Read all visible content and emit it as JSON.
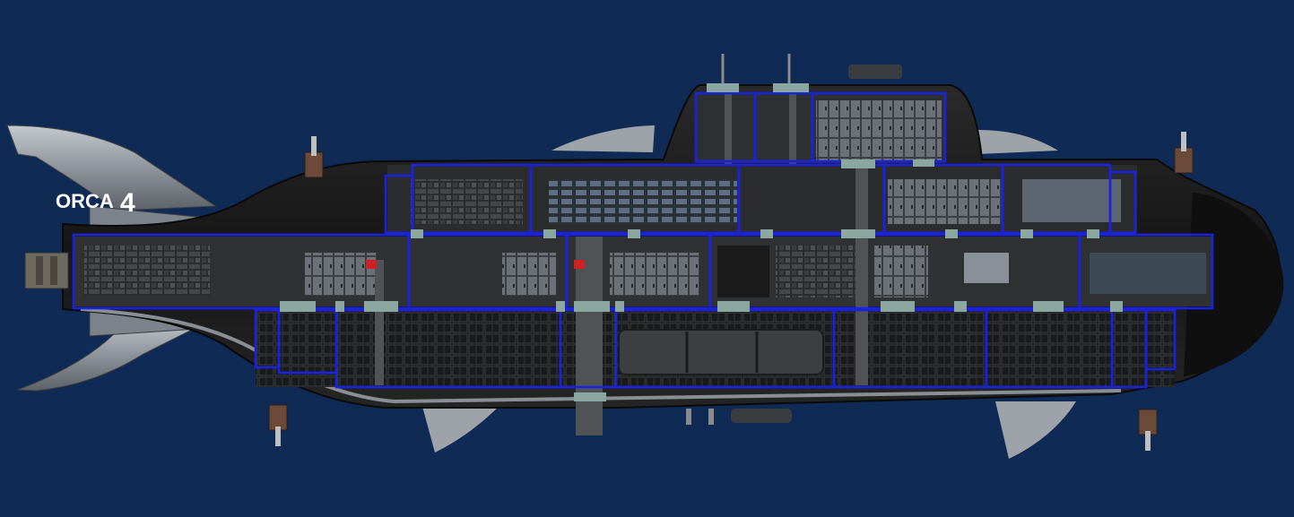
{
  "screen": {
    "background_color": "#0e2a55",
    "editor_mode": "submarine-layout-view"
  },
  "submarine": {
    "name": "ORCA",
    "name_suffix": "4",
    "hull_color": "#1c1c1c",
    "fin_color": "#9aa0a6",
    "room_outline_color": "#1a22e0",
    "door_marker_color": "#8aa7a0",
    "wall_color": "#6f88b8",
    "room_count": 30,
    "door_count": 24
  },
  "icons": {
    "gauge": "gauge-icon",
    "warning": "warning-sign-icon",
    "turret": "turret-icon",
    "ladder": "ladder-icon",
    "hatch": "hatch-icon"
  }
}
